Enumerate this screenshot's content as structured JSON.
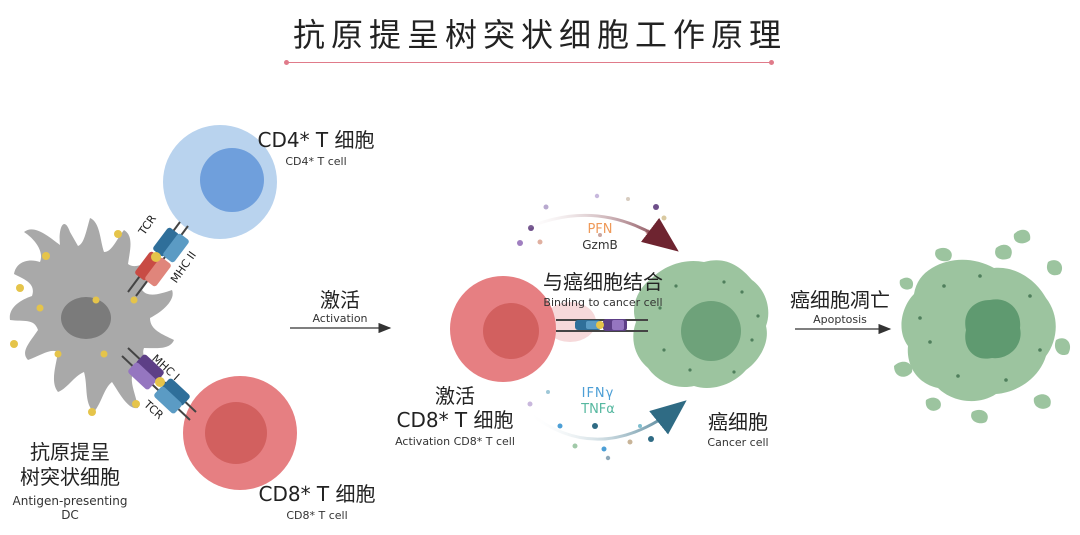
{
  "title": "抗原提呈树突状细胞工作原理",
  "cd4": {
    "zh": "CD4* T 细胞",
    "en": "CD4* T cell"
  },
  "cd8": {
    "zh": "CD8* T 细胞",
    "en": "CD8* T cell"
  },
  "dc": {
    "zh_line1": "抗原提呈",
    "zh_line2": "树突状细胞",
    "en_line1": "Antigen-presenting",
    "en_line2": "DC"
  },
  "receptors": {
    "tcr_top": "TCR",
    "mhc2": "MHC II",
    "mhc1": "MHC Ⅰ",
    "tcr_bottom": "TCR"
  },
  "activation": {
    "zh": "激活",
    "en": "Activation"
  },
  "activated_cd8": {
    "zh_line1": "激活",
    "zh_line2": "CD8* T 细胞",
    "en": "Activation CD8* T cell"
  },
  "binding": {
    "zh": "与癌细胞结合",
    "en": "Binding to cancer cell"
  },
  "cytokines_top": {
    "pfn": "PFN",
    "gzmb": "GzmB"
  },
  "cytokines_bottom": {
    "ifn": "IFNγ",
    "tnf": "TNFα"
  },
  "cancer": {
    "zh": "癌细胞",
    "en": "Cancer cell"
  },
  "apoptosis": {
    "zh": "癌细胞凋亡",
    "en": "Apoptosis"
  },
  "colors": {
    "cd4_outer": "#b9d3ee",
    "cd4_inner": "#6f9fdc",
    "cd8_outer": "#e67f82",
    "cd8_inner": "#d2605f",
    "dc_body": "#a9a9a9",
    "dc_nucleus": "#7b7b7b",
    "dc_dot": "#e5c44a",
    "cancer_body": "#9cc49f",
    "cancer_nucleus": "#6ea27a",
    "arrow_top": "#6e2430",
    "arrow_bottom": "#2f6b84",
    "pfn": "#ef9a5a",
    "ifn": "#4d9fd6",
    "tnf": "#56b8a0"
  }
}
